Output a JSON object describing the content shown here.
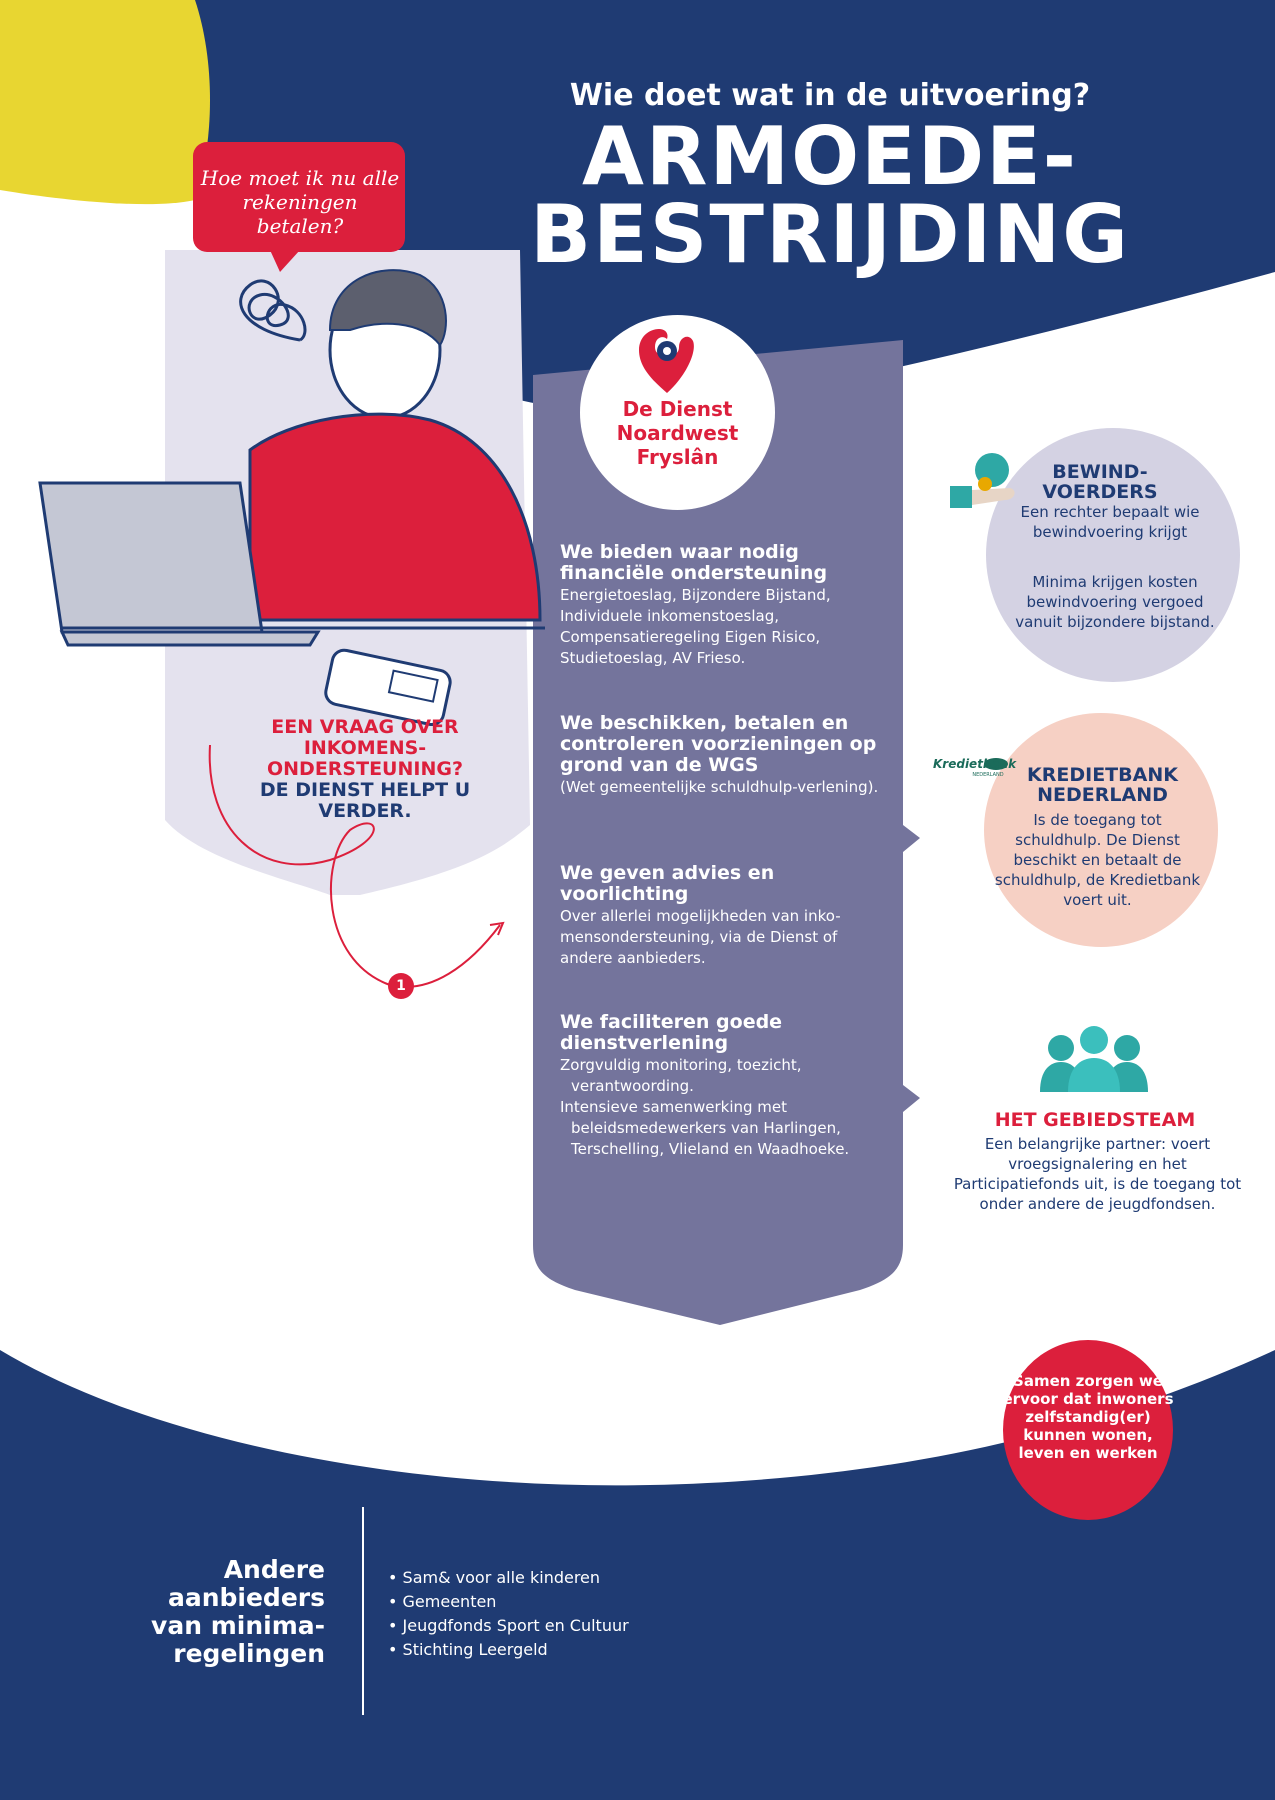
{
  "header": {
    "subtitle": "Wie doet wat in de uitvoering?",
    "title": "ARMOEDE-\nBESTRIJDING"
  },
  "speech_bubble": "Hoe moet ik nu alle rekeningen betalen?",
  "question": {
    "red_text": "EEN VRAAG OVER INKOMENS-ONDERSTEUNING?",
    "blue_text": "DE DIENST HELPT U VERDER.",
    "step_number": "1"
  },
  "logo": {
    "name": "De Dienst\nNoardwest\nFryslân"
  },
  "services": [
    {
      "title": "We bieden waar nodig financiële ondersteuning",
      "body": "Energietoeslag, Bijzondere Bijstand, Individuele inkomenstoeslag, Compensatieregeling Eigen Risico, Studietoeslag, AV Frieso."
    },
    {
      "title": "We beschikken, betalen en controleren voorzieningen op grond van de WGS",
      "body": "(Wet gemeentelijke schuldhulp-verlening)."
    },
    {
      "title": "We geven advies en voorlichting",
      "body": "Over allerlei mogelijkheden van inko-mensondersteuning, via de Dienst of andere aanbieders."
    },
    {
      "title": "We faciliteren goede dienstverlening",
      "bullets": [
        "Zorgvuldig monitoring, toezicht, verantwoording.",
        "Intensieve samenwerking met beleidsmedewerkers van Harlingen, Terschelling, Vlieland en Waadhoeke."
      ]
    }
  ],
  "partners": {
    "bewind": {
      "title": "BEWIND-VOERDERS",
      "line1": "Een rechter bepaalt wie bewindvoering krijgt",
      "line2": "Minima krijgen kosten bewindvoering vergoed vanuit bijzondere bijstand.",
      "icon": "money-bag-hand-icon"
    },
    "kredietbank": {
      "logo_text": "Kredietbank",
      "logo_sub": "NEDERLAND",
      "title": "KREDIETBANK NEDERLAND",
      "body": "Is de toegang tot schuldhulp. De Dienst beschikt en betaalt de schuldhulp, de Kredietbank voert uit."
    },
    "gebiedsteam": {
      "title": "HET GEBIEDSTEAM",
      "body": "Een belangrijke partner: voert vroegsignalering en het Participatiefonds uit, is de toegang tot onder andere de jeugdfondsen.",
      "icon": "people-group-icon"
    }
  },
  "samen": "Samen zorgen we ervoor dat inwoners zelfstandig(er) kunnen wonen, leven en werken",
  "footer": {
    "title": "Andere\naanbieders\nvan minima-\nregelingen",
    "items": [
      "Sam& voor alle kinderen",
      "Gemeenten",
      "Jeugdfonds Sport en Cultuur",
      "Stichting Leergeld"
    ]
  },
  "colors": {
    "navy": "#1f3b73",
    "red": "#dc1f3c",
    "yellow": "#e8d631",
    "lavender": "#e4e2ee",
    "column": "#74749c",
    "bewind_circle": "#d4d2e3",
    "kredietbank_circle": "#f6d0c4",
    "teal": "#2ea8a5"
  }
}
